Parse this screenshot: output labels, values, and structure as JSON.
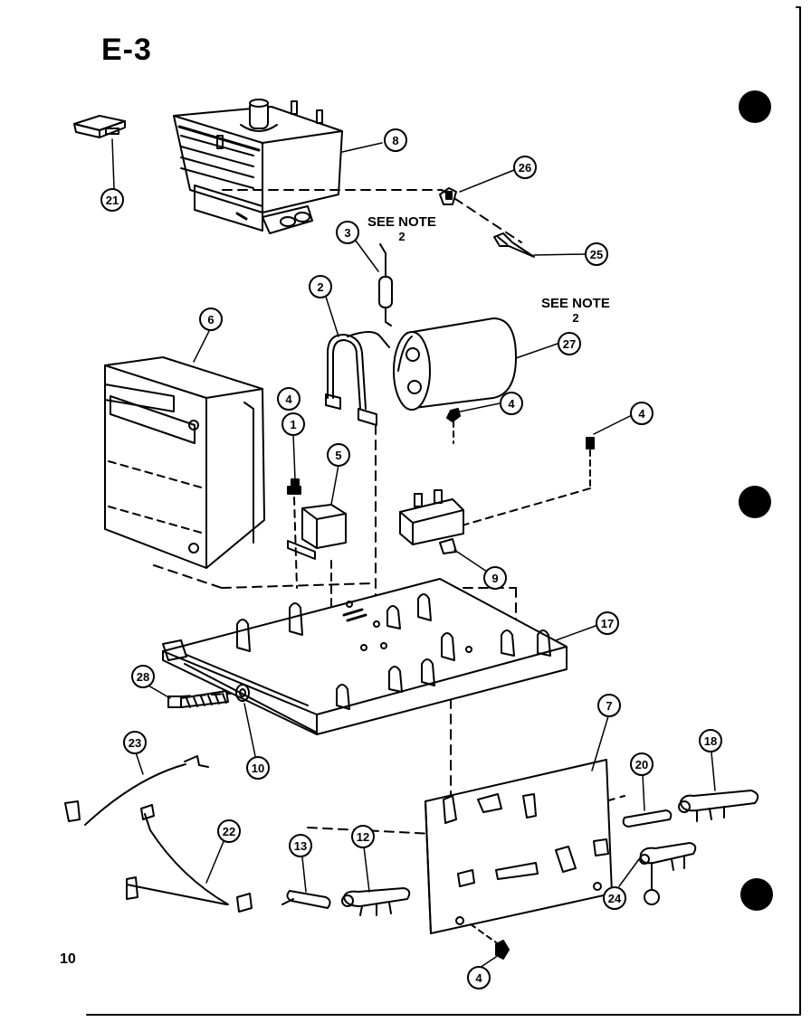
{
  "title": "E-3",
  "page_number": "10",
  "notes": [
    {
      "line1": "SEE NOTE",
      "line2": "2"
    },
    {
      "line1": "SEE NOTE",
      "line2": "2"
    }
  ],
  "callouts": [
    "21",
    "8",
    "26",
    "3",
    "25",
    "2",
    "27",
    "6",
    "4",
    "4",
    "1",
    "4",
    "5",
    "9",
    "17",
    "28",
    "10",
    "7",
    "23",
    "20",
    "18",
    "13",
    "12",
    "22",
    "24",
    "4"
  ]
}
